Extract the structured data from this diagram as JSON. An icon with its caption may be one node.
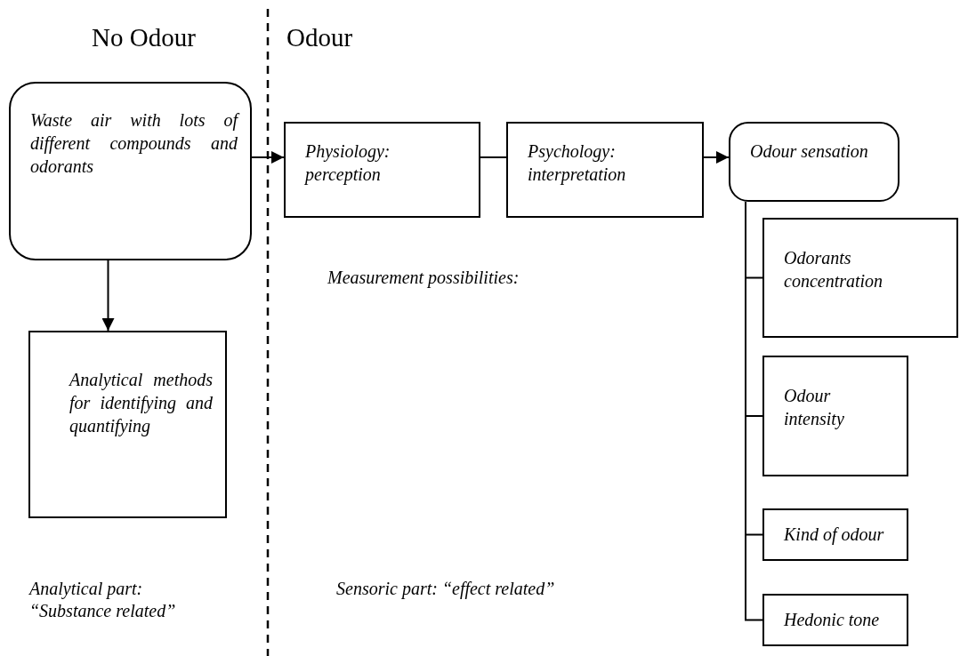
{
  "diagram": {
    "nodes": [
      {
        "text": [
          "Waste air with lots of different compounds and odorants"
        ]
      },
      {
        "text": [
          "Physiology: perception"
        ]
      },
      {
        "text": [
          "Psychology: interpretation"
        ]
      },
      {
        "text": [
          "Odour sensation"
        ]
      },
      {
        "text": [
          "Odorants concentration"
        ]
      },
      {
        "text": [
          "Odour intensity"
        ]
      },
      {
        "text": [
          "Kind of odour"
        ]
      },
      {
        "text": [
          "Hedonic tone"
        ]
      },
      {
        "text": [
          "Analytical methods for identifying and quantifying"
        ]
      }
    ],
    "edges": [
      {
        "from": 0,
        "to": 1,
        "arrow": "to"
      },
      {
        "from": 1,
        "to": 2,
        "arrow": "none"
      },
      {
        "from": 2,
        "to": 3,
        "arrow": "to"
      },
      {
        "from": 0,
        "to": 8,
        "arrow": "to"
      },
      {
        "from": 3,
        "to": 4,
        "arrow": "none"
      },
      {
        "from": 3,
        "to": 5,
        "arrow": "none"
      },
      {
        "from": 3,
        "to": 6,
        "arrow": "none"
      },
      {
        "from": 3,
        "to": 7,
        "arrow": "none"
      }
    ],
    "labels": [
      "No Odour",
      "Odour",
      "Measurement possibilities:",
      "Analytical part: “Substance related”",
      "Sensoric part: “effect related”"
    ]
  }
}
